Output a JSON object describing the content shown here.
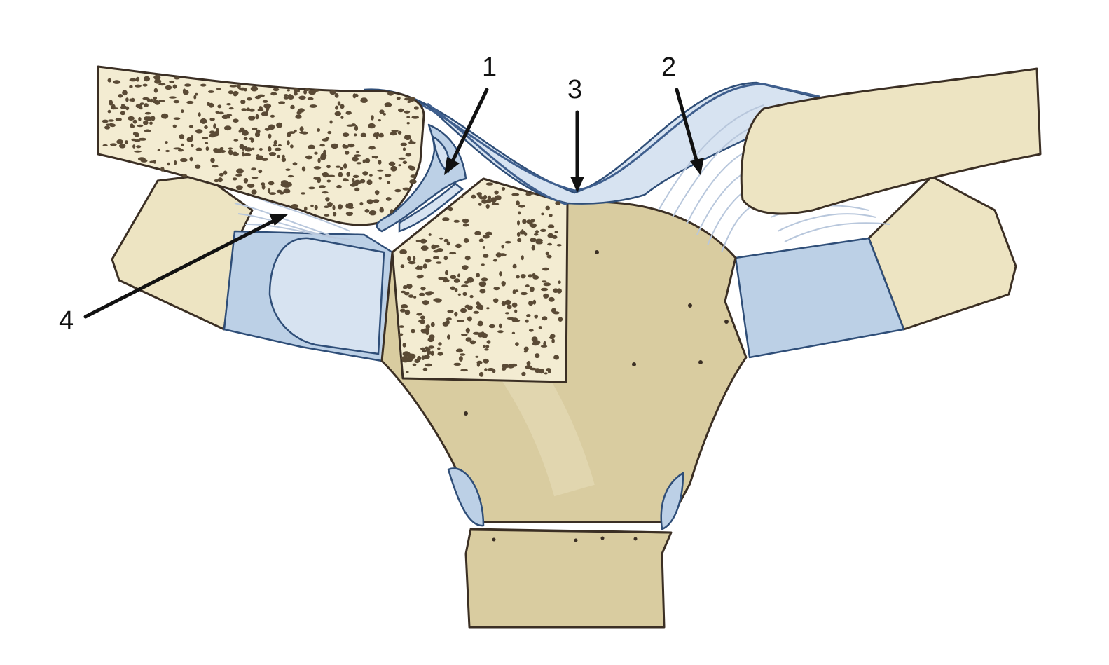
{
  "figure": {
    "labels": [
      {
        "id": "label-1",
        "text": "1"
      },
      {
        "id": "label-2",
        "text": "2"
      },
      {
        "id": "label-3",
        "text": "3"
      },
      {
        "id": "label-4",
        "text": "4"
      }
    ]
  },
  "colors": {
    "bone": "#ede4c2",
    "bone_cut": "#f3ecd2",
    "cartilage": "#bcd0e6",
    "ligament": "#b8c7dc",
    "outline": "#3b2f24",
    "arrow": "#111111"
  }
}
